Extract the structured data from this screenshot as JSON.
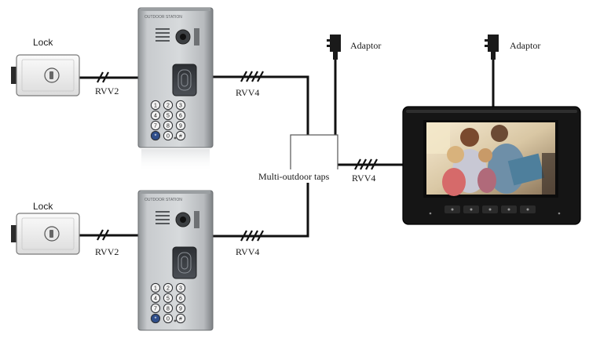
{
  "labels": {
    "lock_top": "Lock",
    "lock_bottom": "Lock",
    "rvv2_top": "RVV2",
    "rvv2_bottom": "RVV2",
    "rvv4_top": "RVV4",
    "rvv4_bottom": "RVV4",
    "rvv4_monitor": "RVV4",
    "adaptor_left": "Adaptor",
    "adaptor_right": "Adaptor",
    "taps": "Multi-outdoor taps"
  },
  "panel_brand": "OUTDOOR STATION",
  "keypad": [
    "1",
    "2",
    "3",
    "4",
    "5",
    "6",
    "7",
    "8",
    "9",
    "*",
    "0",
    "#"
  ],
  "colors": {
    "wire": "#111111",
    "panel_silver": "#b9bdc0",
    "panel_dark": "#4a4d50",
    "monitor_body": "#161616",
    "screen_glow": "#e9d9b8"
  }
}
